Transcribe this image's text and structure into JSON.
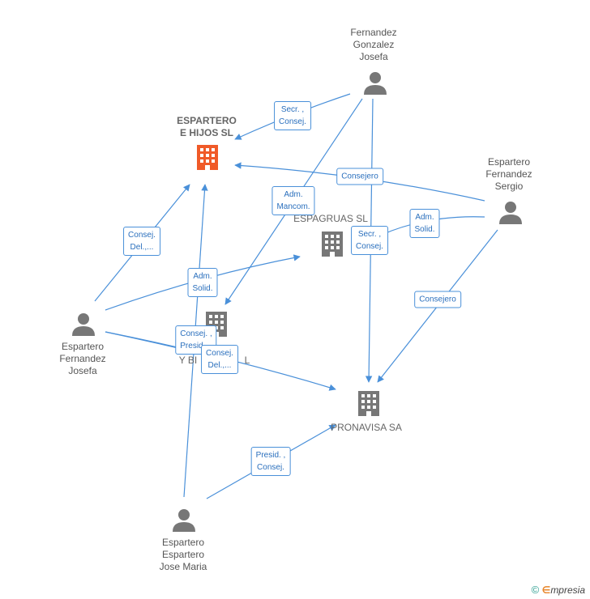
{
  "nodes": {
    "espartero_hijos": {
      "label": "ESPARTERO\nE HIJOS SL"
    },
    "espagruas": {
      "label": "ESPAGRUAS SL"
    },
    "y_bi": {
      "label": "Y BI"
    },
    "y_bi_tail": {
      "label": "L"
    },
    "pronavisa": {
      "label": "PRONAVISA SA"
    },
    "fernandez_gonzalez": {
      "label": "Fernandez\nGonzalez\nJosefa"
    },
    "espartero_sergio": {
      "label": "Espartero\nFernandez\nSergio"
    },
    "espartero_josefa": {
      "label": "Espartero\nFernandez\nJosefa"
    },
    "espartero_jose_maria": {
      "label": "Espartero\nEspartero\nJose Maria"
    }
  },
  "relations": {
    "secr_consej_1": "Secr. ,\nConsej.",
    "consejero_1": "Consejero",
    "adm_mancom": "Adm.\nMancom.",
    "adm_solid_1": "Adm.\nSolid.",
    "secr_consej_2": "Secr. ,\nConsej.",
    "consej_del_1": "Consej.\nDel.,...",
    "adm_solid_2": "Adm.\nSolid.",
    "consejero_2": "Consejero",
    "consej_presid": "Consej. ,\nPresid....",
    "consej_del_2": "Consej.\nDel.,...",
    "presid_consej": "Presid. ,\nConsej."
  },
  "footer": {
    "copyright": "©",
    "brand_e": "∈",
    "brand_rest": "mpresia"
  },
  "colors": {
    "edge": "#4a90d9",
    "person": "#777777",
    "company": "#777777",
    "main_company": "#f05a28"
  }
}
